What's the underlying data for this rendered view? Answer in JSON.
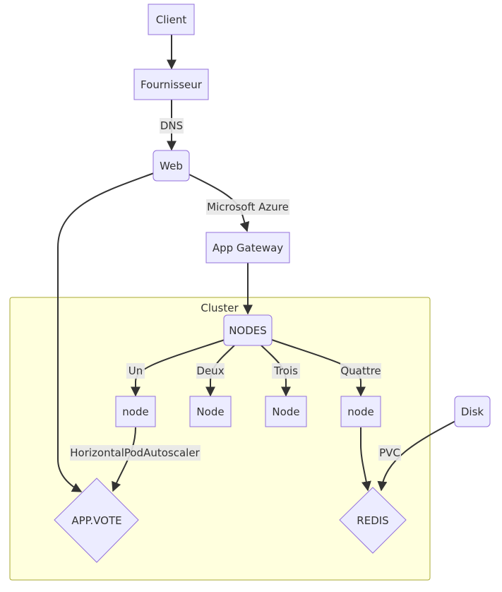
{
  "cluster": {
    "title": "Cluster"
  },
  "nodes": {
    "client": "Client",
    "fournisseur": "Fournisseur",
    "web": "Web",
    "app_gateway": "App Gateway",
    "nodes_hub": "NODES",
    "node_un": "node",
    "node_deux": "Node",
    "node_trois": "Node",
    "node_quattre": "node",
    "disk": "Disk",
    "app_vote": "APP.VOTE",
    "redis": "REDIS"
  },
  "edges": {
    "dns": "DNS",
    "microsoft_azure": "Microsoft Azure",
    "un": "Un",
    "deux": "Deux",
    "trois": "Trois",
    "quattre": "Quattre",
    "hpa": "HorizontalPodAutoscaler",
    "pvc": "PVC"
  },
  "colors": {
    "node_fill": "#ececff",
    "node_stroke": "#9370db",
    "cluster_fill": "#ffffde",
    "cluster_stroke": "#aaaa33",
    "edge": "#333333",
    "edge_label_bg": "#e8e8e8"
  }
}
